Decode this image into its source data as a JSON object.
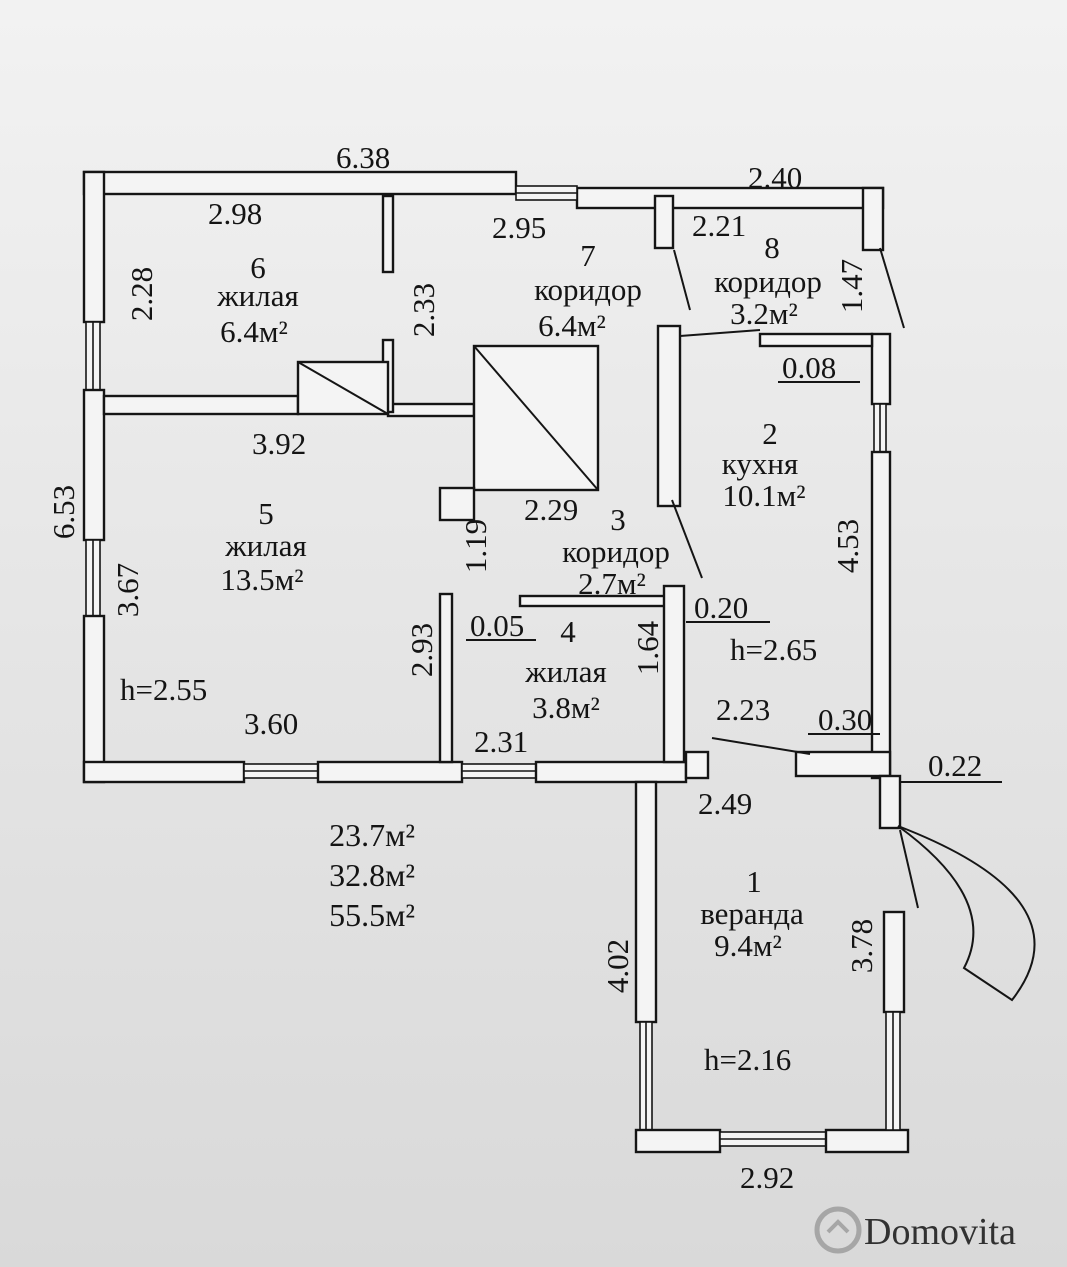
{
  "rooms": [
    {
      "number": "1",
      "name": "веранда",
      "area": "9.4м²"
    },
    {
      "number": "2",
      "name": "кухня",
      "area": "10.1м²"
    },
    {
      "number": "3",
      "name": "коридор",
      "area": "2.7м²"
    },
    {
      "number": "4",
      "name": "жилая",
      "area": "3.8м²"
    },
    {
      "number": "5",
      "name": "жилая",
      "area": "13.5м²"
    },
    {
      "number": "6",
      "name": "жилая",
      "area": "6.4м²"
    },
    {
      "number": "7",
      "name": "коридор",
      "area": "6.4м²"
    },
    {
      "number": "8",
      "name": "коридор",
      "area": "3.2м²"
    }
  ],
  "dimensions": {
    "top_left": "6.38",
    "top_right": "2.40",
    "r6_top": "2.98",
    "r7_top": "2.95",
    "r8_top": "2.21",
    "r6_side": "2.28",
    "r6_partition": "2.33",
    "r8_side": "1.47",
    "step_08": "0.08",
    "r5_top": "3.92",
    "left_side": "6.53",
    "r5_side": "3.67",
    "r3_top": "2.29",
    "r3_side": "1.19",
    "kitchen_side": "4.53",
    "step_005": "0.05",
    "step_020": "0.20",
    "r4_left": "2.93",
    "r4_right": "1.64",
    "r5_bottom": "3.60",
    "r4_bottom": "2.31",
    "step_223": "2.23",
    "step_030": "0.30",
    "step_022": "0.22",
    "veranda_top": "2.49",
    "veranda_left": "4.02",
    "veranda_right": "3.78",
    "veranda_bottom": "2.92"
  },
  "heights": {
    "main": "h=2.55",
    "kitchen": "h=2.65",
    "veranda": "h=2.16"
  },
  "totals": [
    "23.7м²",
    "32.8м²",
    "55.5м²"
  ],
  "watermark": {
    "brand": "Domovita"
  }
}
